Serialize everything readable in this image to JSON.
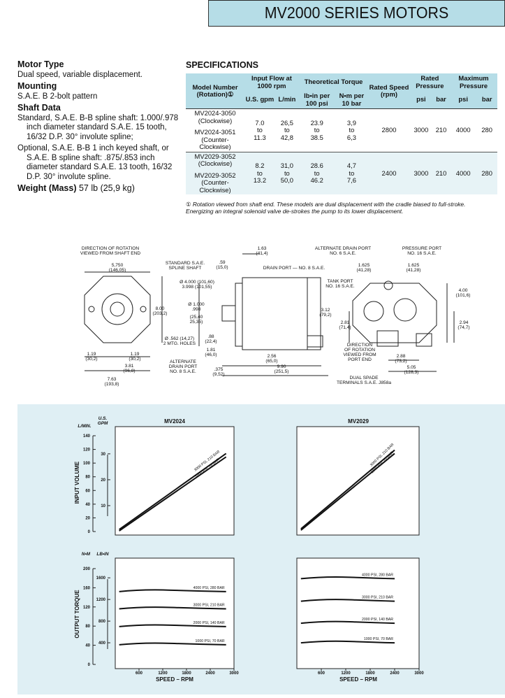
{
  "banner": {
    "title": "MV2000 SERIES MOTORS"
  },
  "left": {
    "motor_type_h": "Motor Type",
    "motor_type": "Dual speed, variable displacement.",
    "mounting_h": "Mounting",
    "mounting": "S.A.E. B 2-bolt pattern",
    "shaft_h": "Shaft Data",
    "shaft1": "Standard, S.A.E. B-B spline shaft: 1.000/.978 inch diameter standard S.A.E. 15 tooth, 16/32 D.P. 30° involute spline;",
    "shaft2": "Optional, S.A.E. B-B 1 inch keyed shaft, or S.A.E. B spline shaft: .875/.853 inch diameter standard S.A.E. 13 tooth, 16/32 D.P. 30° involute spline.",
    "weight_h": "Weight (Mass)",
    "weight": "57 lb (25,9 kg)"
  },
  "spec": {
    "title": "SPECIFICATIONS",
    "h_model": "Model Number (Rotation)①",
    "h_flow": "Input Flow at 1000 rpm",
    "h_torque": "Theoretical Torque",
    "h_speed": "Rated Speed (rpm)",
    "h_rp": "Rated Pressure",
    "h_mp": "Maximum Pressure",
    "h_gpm": "U.S. gpm",
    "h_lmin": "L/min",
    "h_lbin": "lb•in per 100 psi",
    "h_nm": "N•m per 10 bar",
    "h_psi": "psi",
    "h_bar": "bar",
    "r1_m1": "MV2024-3050 (Clockwise)",
    "r1_m2": "MV2024-3051 (Counter-Clockwise)",
    "r1_gpm": [
      "7.0",
      "to",
      "11.3"
    ],
    "r1_lmin": [
      "26,5",
      "to",
      "42,8"
    ],
    "r1_lbin": [
      "23.9",
      "to",
      "38.5"
    ],
    "r1_nm": [
      "3,9",
      "to",
      "6,3"
    ],
    "r1_rpm": "2800",
    "r1_psi": "3000",
    "r1_bar": "210",
    "r1_mpsi": "4000",
    "r1_mbar": "280",
    "r2_m1": "MV2029-3052 (Clockwise)",
    "r2_m2": "MV2029-3052 (Counter-Clockwise)",
    "r2_gpm": [
      "8.2",
      "to",
      "13.2"
    ],
    "r2_lmin": [
      "31,0",
      "to",
      "50,0"
    ],
    "r2_lbin": [
      "28.6",
      "to",
      "46.2"
    ],
    "r2_nm": [
      "4,7",
      "to",
      "7,6"
    ],
    "r2_rpm": "2400",
    "r2_psi": "3000",
    "r2_bar": "210",
    "r2_mpsi": "4000",
    "r2_mbar": "280",
    "footnote_mark": "①",
    "footnote": "Rotation viewed from shaft end. These models are dual displacement with the cradle biased to full-stroke. Energizing an integral solenoid valve de-strokes the pump to its lower displacement."
  },
  "drawing": {
    "dir_rot": [
      "DIRECTION OF ROTATION",
      "VIEWED FROM SHAFT END"
    ],
    "d5750": [
      "5,750",
      "(146,05)"
    ],
    "d800": [
      "8.00",
      "(203,2)"
    ],
    "d119a": [
      "1.19",
      "(30,2)"
    ],
    "d119b": [
      "1.19",
      "(30,2)"
    ],
    "d381": [
      "3.81",
      "(96,8)"
    ],
    "d763": [
      "7.63",
      "(193,8)"
    ],
    "holes": [
      "Ø .562 (14,27)",
      "2 MTG. HOLES"
    ],
    "spline": [
      "STANDARD S.A.E.",
      "SPLINE SHAFT"
    ],
    "d59": [
      ".59",
      "(15,0)"
    ],
    "d4000": [
      "Ø 4.000 (101,60)",
      "3.998 (101,55)"
    ],
    "d1000": [
      "Ø 1.000",
      ".998"
    ],
    "d2540": [
      "(25,40",
      "25,35)"
    ],
    "d88": [
      ".88",
      "(22,4)"
    ],
    "d181": [
      "1.81",
      "(46,0)"
    ],
    "alt_drain_l": [
      "ALTERNATE",
      "DRAIN PORT",
      "NO. 8 S.A.E."
    ],
    "d375": [
      ".375",
      "(9,52)"
    ],
    "d163": [
      "1.63",
      "(41,4)"
    ],
    "drain": "DRAIN PORT — NO. 8 S.A.E.",
    "d312": [
      "3.12",
      "(79,2)"
    ],
    "d256": [
      "2.56",
      "(65,0)"
    ],
    "d990": [
      "9.90",
      "(251,5)"
    ],
    "spade": [
      "DUAL SPADE",
      "TERMINALS S.A.E. J858a"
    ],
    "alt_drain_r": [
      "ALTERNATE DRAIN PORT",
      "NO. 6 S.A.E."
    ],
    "pressure": [
      "PRESSURE PORT",
      "NO. 16 S.A.E."
    ],
    "d1625a": [
      "1.625",
      "(41,28)"
    ],
    "d1625b": [
      "1.625",
      "(41,28)"
    ],
    "tank": [
      "TANK PORT",
      "NO. 16 S.A.E."
    ],
    "d400": [
      "4.00",
      "(101,6)"
    ],
    "d281": [
      "2.81",
      "(71,4)"
    ],
    "d294": [
      "2.94",
      "(74,7)"
    ],
    "dir_port": [
      "DIRECTION",
      "OF ROTATION",
      "VIEWED FROM",
      "PORT END"
    ],
    "d288": [
      "2.88",
      "(73,2)"
    ],
    "d505": [
      "5.05",
      "(128,3)"
    ]
  },
  "graphs": {
    "unit_lmin": "L/MIN.",
    "unit_gpm": [
      "U.S.",
      "GPM"
    ],
    "unit_nm": "N•M",
    "unit_lbin": "LB•IN",
    "ylabel_top": "INPUT VOLUME",
    "ylabel_bottom": "OUTPUT TORQUE",
    "xlabel": "SPEED – RPM",
    "left_title": "MV2024",
    "right_title": "MV2029",
    "lmin_ticks": [
      "140",
      "120",
      "100",
      "80",
      "60",
      "40",
      "20",
      "0"
    ],
    "gpm_ticks": [
      "30",
      "20",
      "10"
    ],
    "nm_ticks": [
      "200",
      "160",
      "120",
      "80",
      "40",
      "0"
    ],
    "lbin_ticks": [
      "1600",
      "1200",
      "800",
      "400"
    ],
    "x_ticks": [
      "600",
      "1200",
      "1800",
      "2400",
      "3000"
    ],
    "flow_labels": [
      "3000 PSI, 210 BAR",
      "1000 PSI, 70 BAR"
    ],
    "torque_labels": [
      "4000 PSI, 280 BAR",
      "3000 PSI, 210 BAR",
      "2000 PSI, 140 BAR",
      "1000 PSI, 70 BAR"
    ]
  }
}
